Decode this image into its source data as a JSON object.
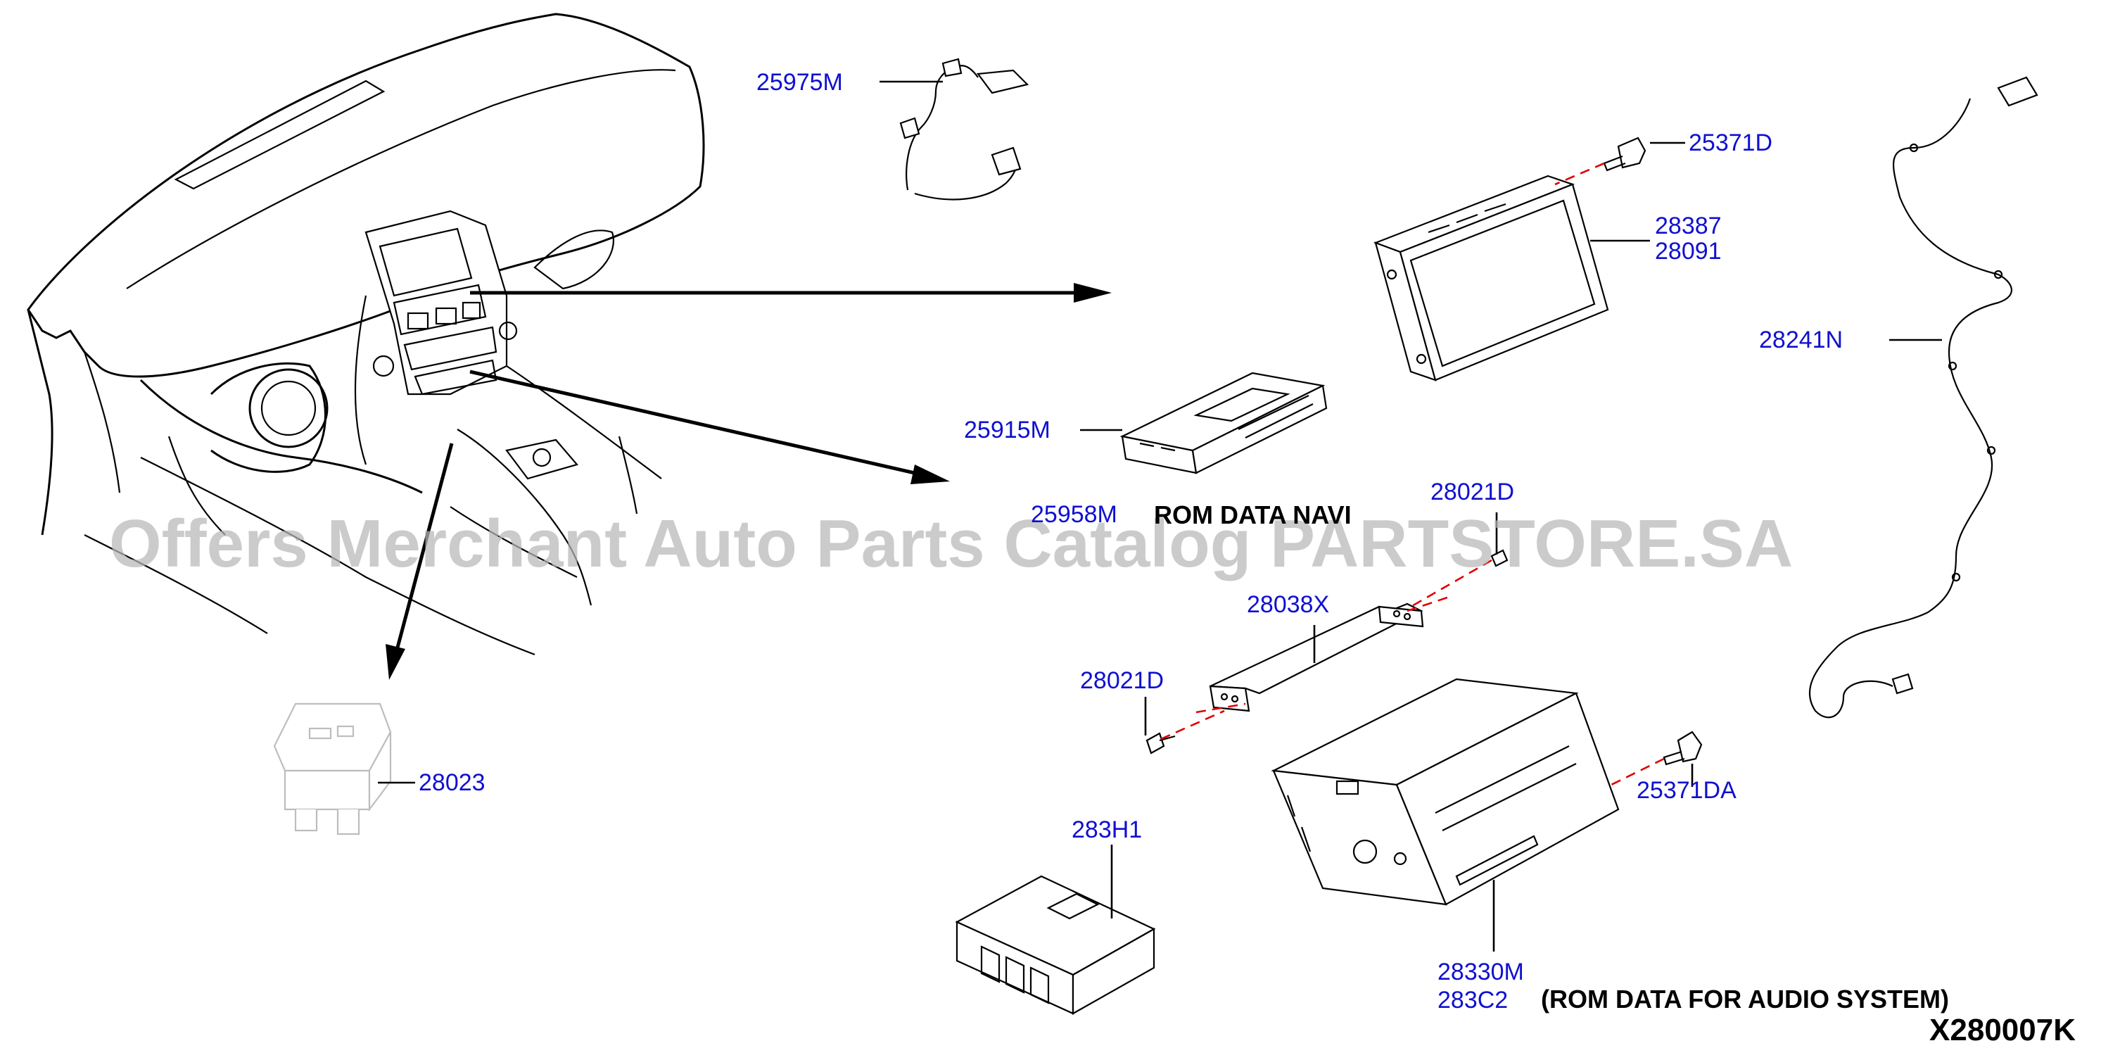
{
  "diagram": {
    "drawing_code": "X280007K",
    "watermark": "Offers Merchant Auto Parts Catalog PARTSTORE.SA",
    "parts": [
      {
        "id": "p-25975M",
        "label": "25975M"
      },
      {
        "id": "p-25371D",
        "label": "25371D"
      },
      {
        "id": "p-28387",
        "label": "28387"
      },
      {
        "id": "p-28091",
        "label": "28091"
      },
      {
        "id": "p-28241N",
        "label": "28241N"
      },
      {
        "id": "p-25915M",
        "label": "25915M"
      },
      {
        "id": "p-25958M",
        "label": "25958M"
      },
      {
        "id": "p-28021D-top",
        "label": "28021D"
      },
      {
        "id": "p-28038X",
        "label": "28038X"
      },
      {
        "id": "p-28021D-left",
        "label": "28021D"
      },
      {
        "id": "p-25371DA",
        "label": "25371DA"
      },
      {
        "id": "p-28023",
        "label": "28023"
      },
      {
        "id": "p-283H1",
        "label": "283H1"
      },
      {
        "id": "p-28330M",
        "label": "28330M"
      },
      {
        "id": "p-283C2",
        "label": "283C2"
      }
    ],
    "notes": {
      "rom_navi": "ROM DATA NAVI",
      "rom_audio": "(ROM DATA FOR AUDIO SYSTEM)"
    },
    "colors": {
      "part_number": "#1010d0",
      "leader_dash": "#e00000",
      "watermark": "#b8b8b8",
      "outline": "#000000"
    }
  }
}
